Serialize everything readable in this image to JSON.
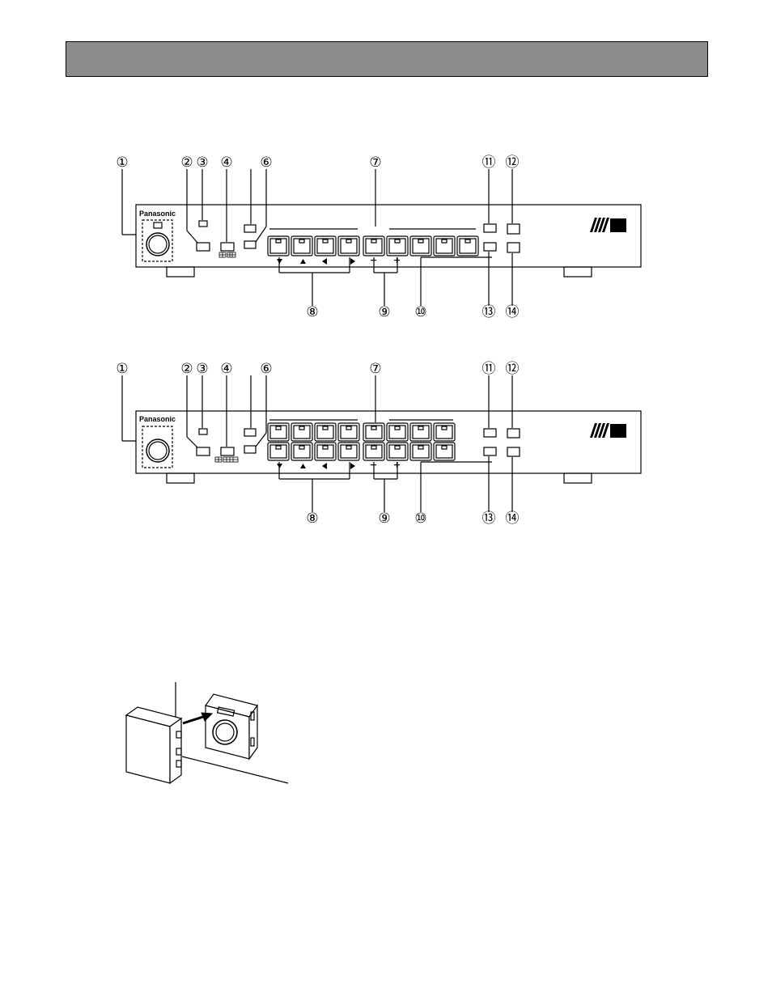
{
  "header": {
    "bar_color": "#8c8c8c"
  },
  "panel_top": {
    "brand": "Panasonic",
    "callouts": [
      "①",
      "②",
      "③",
      "④",
      "⑥",
      "⑦",
      "⑪",
      "⑫",
      "⑧",
      "⑨",
      "⑩",
      "⑬",
      "⑭"
    ]
  },
  "panel_bottom": {
    "brand": "Panasonic",
    "callouts": [
      "①",
      "②",
      "③",
      "④",
      "⑥",
      "⑦",
      "⑪",
      "⑫",
      "⑧",
      "⑨",
      "⑩",
      "⑬",
      "⑭"
    ]
  },
  "illustration": {
    "subject": "card-insertion-icon"
  }
}
